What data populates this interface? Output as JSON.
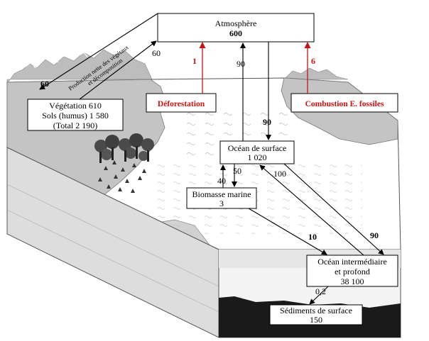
{
  "atmosphere": {
    "label": "Atmosphère",
    "value": "600"
  },
  "vegetation": {
    "line1": "Végétation 610",
    "line2": "Sols (humus) 1 580",
    "line3": "(Total 2 190)"
  },
  "production_label": {
    "line1": "Production nette des végétaux",
    "line2": "et décomposition"
  },
  "deforestation": {
    "label": "Déforestation",
    "value": "1"
  },
  "combustion": {
    "label": "Combustion E. fossiles",
    "value": "6"
  },
  "surface_ocean": {
    "label": "Océan de surface",
    "value": "1 020"
  },
  "marine_biomass": {
    "label": "Biomasse marine",
    "value": "3"
  },
  "deep_ocean": {
    "line1": "Océan intermédiaire",
    "line2": "et profond",
    "value": "38 100"
  },
  "sediments": {
    "label": "Sédiments de surface",
    "value": "150"
  },
  "fluxes": {
    "veg_to_atm": "60",
    "atm_to_veg": "60",
    "ocean_to_atm": "90",
    "atm_to_ocean": "90",
    "surface_to_biomass": "50",
    "biomass_to_surface": "40",
    "deep_to_surface": "100",
    "biomass_to_deep": "10",
    "surface_to_deep": "90",
    "deep_to_sediments": "0,2"
  },
  "colors": {
    "flux_red": "#cc1111",
    "water": "#ffffff",
    "land": "#c8c8c8",
    "sediment": "#1a1a1a"
  }
}
